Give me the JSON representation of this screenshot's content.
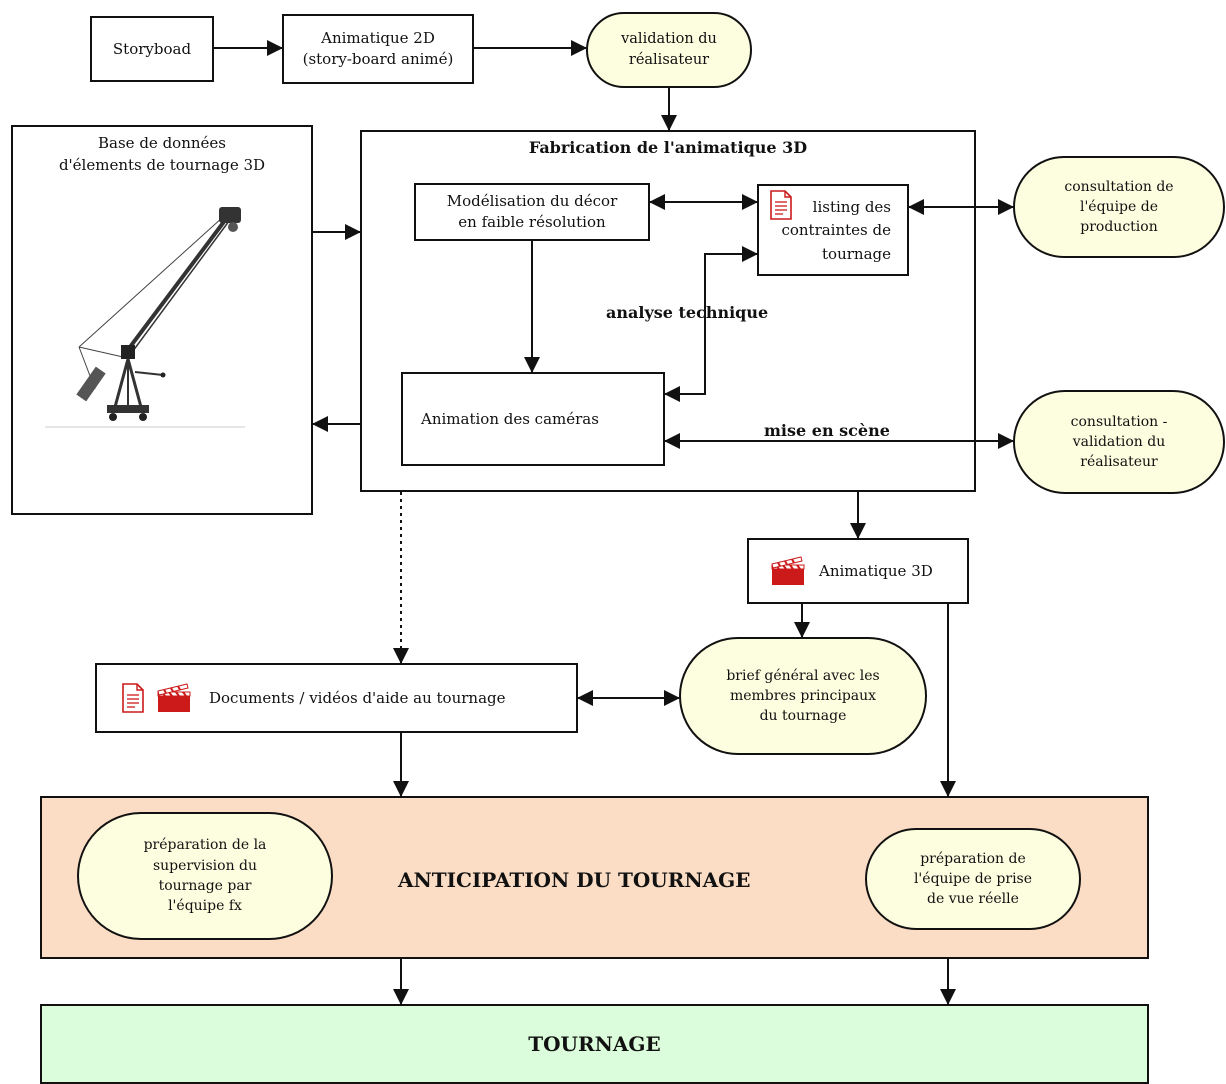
{
  "colors": {
    "pill_fill": "#fdfde0",
    "anticipation_fill": "#fbdcc4",
    "tournage_fill": "#dcfddc",
    "stroke": "#111111",
    "icon_red": "#cc1a1a"
  },
  "nodes": {
    "storyboard": "Storyboad",
    "animatique_2d": "Animatique 2D\n(story-board animé)",
    "validation_realisateur": "validation du\nréalisateur",
    "base_donnees": "Base de données\nd'élements de tournage 3D",
    "fabrication_title": "Fabrication de l'animatique 3D",
    "modelisation": "Modélisation du décor\nen faible résolution",
    "listing_contraintes": "listing des\ncontraintes de\ntournage",
    "analyse_technique": "analyse technique",
    "animation_cameras": "Animation des caméras",
    "mise_en_scene": "mise en scène",
    "consultation_production": "consultation de\nl'équipe de\nproduction",
    "consultation_validation": "consultation -\nvalidation du\nréalisateur",
    "animatique_3d": "Animatique 3D",
    "documents_videos": "Documents / vidéos d'aide au tournage",
    "brief_general": "brief général avec les\nmembres principaux\ndu tournage",
    "anticipation": "ANTICIPATION DU TOURNAGE",
    "preparation_supervision": "préparation de la\nsupervision du\ntournage par\nl'équipe fx",
    "preparation_equipe": "préparation de\nl'équipe de prise\nde vue réelle",
    "tournage": "TOURNAGE"
  },
  "icons": {
    "document": "document-icon",
    "clapperboard": "clapperboard-icon",
    "crane": "camera-crane-icon"
  }
}
